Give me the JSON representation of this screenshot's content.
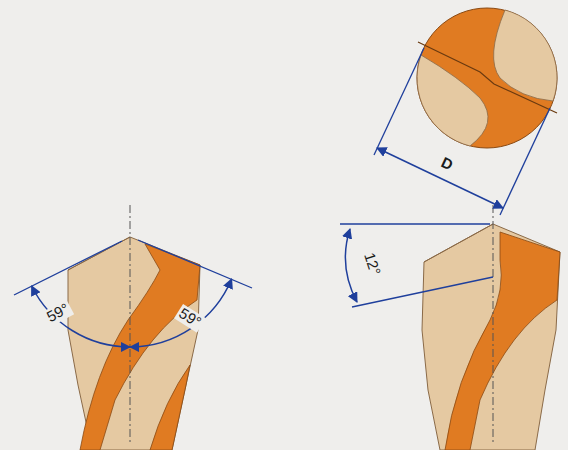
{
  "diagram": {
    "labels": [
      "59°",
      "59°",
      "12°",
      "D"
    ]
  }
}
